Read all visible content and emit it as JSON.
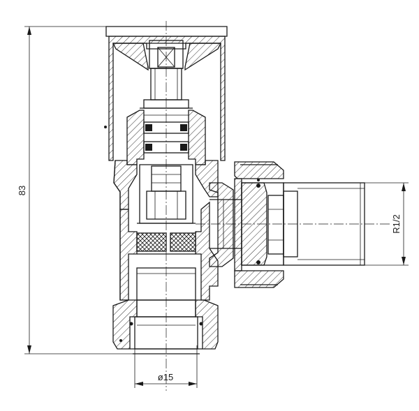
{
  "dimensions": {
    "height": "83",
    "thread": "R1/2",
    "pipe_diameter": "ø15"
  },
  "colors": {
    "line": "#1a1a1a",
    "background": "#ffffff"
  }
}
